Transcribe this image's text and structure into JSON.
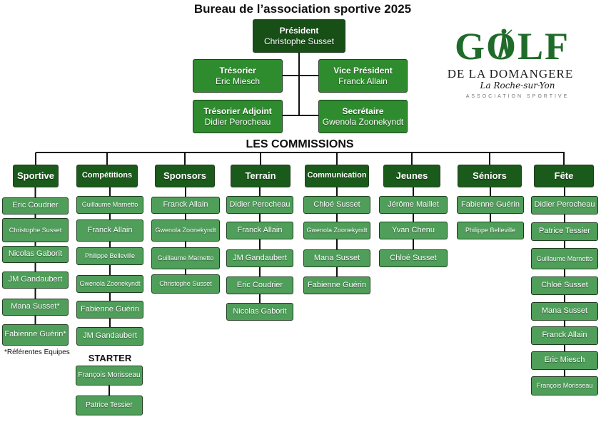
{
  "title": "Bureau de l’association sportive 2025",
  "bureau": {
    "president": {
      "role": "Président",
      "name": "Christophe Susset"
    },
    "tresorier": {
      "role": "Trésorier",
      "name": "Eric Miesch"
    },
    "vice_president": {
      "role": "Vice Président",
      "name": "Franck Allain"
    },
    "tresorier_adjoint": {
      "role": "Trésorier Adjoint",
      "name": "Didier Perocheau"
    },
    "secretaire": {
      "role": "Secrétaire",
      "name": "Gwenola Zoonekyndt"
    }
  },
  "commissions_title": "LES COMMISSIONS",
  "commissions": [
    {
      "name": "Sportive",
      "members": [
        "Eric Coudrier",
        "Christophe Susset",
        "Nicolas Gaborit",
        "JM Gandaubert",
        "Mana Susset*",
        "Fabienne Guérin*"
      ]
    },
    {
      "name": "Compétitions",
      "members": [
        "Guillaume Marnetto",
        "Franck Allain",
        "Philippe Belleville",
        "Gwenola Zoonekyndt",
        "Fabienne Guérin",
        "JM Gandaubert"
      ]
    },
    {
      "name": "Sponsors",
      "members": [
        "Franck Allain",
        "Gwenola Zoonekyndt",
        "Guillaume Marnetto",
        "Christophe Susset"
      ]
    },
    {
      "name": "Terrain",
      "members": [
        "Didier Perocheau",
        "Franck Allain",
        "JM Gandaubert",
        "Eric Coudrier",
        "Nicolas Gaborit"
      ]
    },
    {
      "name": "Communication",
      "members": [
        "Chloé Susset",
        "Gwenola Zoonekyndt",
        "Mana Susset",
        "Fabienne Guérin"
      ]
    },
    {
      "name": "Jeunes",
      "members": [
        "Jérôme Maillet",
        "Yvan Chenu",
        "Chloé Susset"
      ]
    },
    {
      "name": "Séniors",
      "members": [
        "Fabienne Guérin",
        "Philippe Belleville"
      ]
    },
    {
      "name": "Fête",
      "members": [
        "Didier Perocheau",
        "Patrice Tessier",
        "Guillaume Marnetto",
        "Chloé Susset",
        "Mana Susset",
        "Franck Allain",
        "Eric Miesch",
        "François Morisseau"
      ]
    }
  ],
  "starter": {
    "title": "STARTER",
    "members": [
      "François Morisseau",
      "Patrice Tessier"
    ]
  },
  "note": "*Référentes Equipes",
  "logo": {
    "golf": "GOLF",
    "domangere": "DE LA DOMANGERE",
    "city": "La Roche-sur-Yon",
    "assoc": "ASSOCIATION SPORTIVE"
  },
  "colors": {
    "dark": "#174f17",
    "mid": "#2e8b2e",
    "light": "#4f9e5a",
    "line": "#111111"
  }
}
